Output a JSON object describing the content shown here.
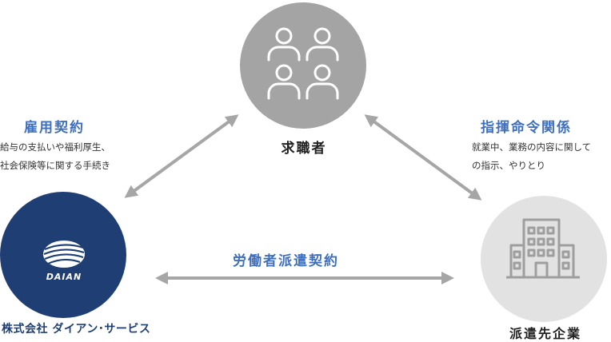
{
  "nodes": {
    "job_seeker": {
      "label": "求職者",
      "color": "#a4a4a4"
    },
    "daian": {
      "label": "株式会社 ダイアン･サービス",
      "logo_text": "DAIAN",
      "color": "#1f3f74"
    },
    "client": {
      "label": "派遣先企業",
      "color": "#e2e2e2"
    }
  },
  "relations": {
    "employment": {
      "title": "雇用契約",
      "lines": [
        "給与の支払いや福利厚生、",
        "社会保険等に関する手続き"
      ]
    },
    "command": {
      "title": "指揮命令関係",
      "lines": [
        "就業中、業務の内容に関して",
        "の指示、やりとり"
      ]
    },
    "dispatch": {
      "title": "労働者派遣契約"
    }
  },
  "colors": {
    "accent": "#3f6fbf",
    "arrow": "#a6a6a6"
  }
}
